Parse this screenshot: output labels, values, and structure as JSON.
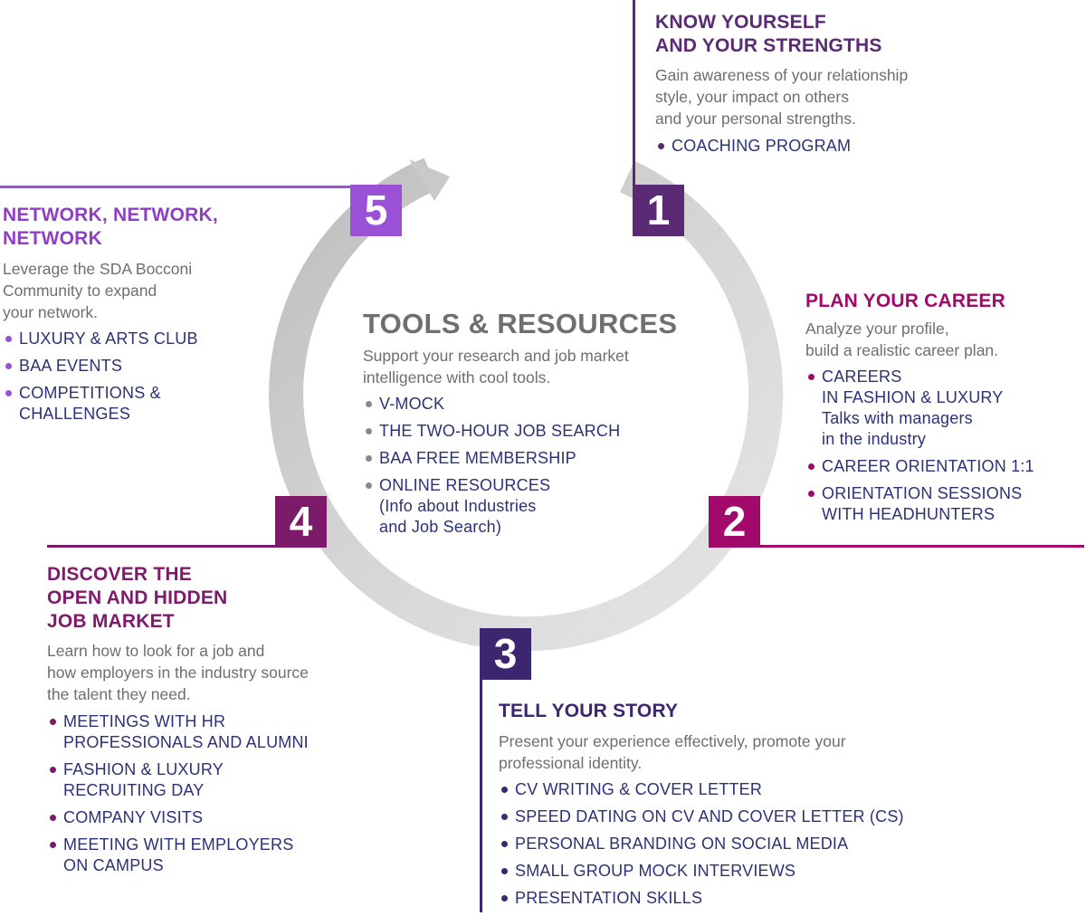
{
  "center": {
    "title": "TOOLS & RESOURCES",
    "description": "Support your research and job market\nintelligence with cool tools.",
    "items": [
      "V-MOCK",
      "THE TWO-HOUR JOB SEARCH",
      "BAA FREE MEMBERSHIP",
      "ONLINE RESOURCES\n(Info about Industries\nand Job Search)"
    ]
  },
  "steps": [
    {
      "number": "1",
      "title": "KNOW YOURSELF\nAND YOUR STRENGTHS",
      "description": "Gain awareness of your relationship\nstyle, your impact on others\nand your personal strengths.",
      "items": [
        "COACHING PROGRAM"
      ],
      "color": "#5b2a75"
    },
    {
      "number": "2",
      "title": "PLAN YOUR CAREER",
      "description": "Analyze your profile,\nbuild a realistic career plan.",
      "items": [
        "CAREERS\nIN FASHION & LUXURY\nTalks with managers\nin the industry",
        "CAREER ORIENTATION 1:1",
        "ORIENTATION SESSIONS\nWITH HEADHUNTERS"
      ],
      "color": "#a10a6b"
    },
    {
      "number": "3",
      "title": "TELL YOUR STORY",
      "description": "Present your experience effectively, promote your\nprofessional identity.",
      "items": [
        "CV WRITING & COVER LETTER",
        "SPEED DATING ON CV AND COVER LETTER (CS)",
        "PERSONAL BRANDING ON SOCIAL MEDIA",
        "SMALL GROUP MOCK INTERVIEWS",
        "PRESENTATION SKILLS"
      ],
      "color": "#3d2670"
    },
    {
      "number": "4",
      "title": "DISCOVER THE\nOPEN AND HIDDEN\nJOB MARKET",
      "description": "Learn how to look for a job and\nhow employers in the industry source\nthe talent they need.",
      "items": [
        "MEETINGS WITH HR\nPROFESSIONALS AND ALUMNI",
        "FASHION & LUXURY\nRECRUITING DAY",
        "COMPANY VISITS",
        "MEETING WITH EMPLOYERS\nON CAMPUS"
      ],
      "color": "#7d1a6a"
    },
    {
      "number": "5",
      "title": "NETWORK, NETWORK,\nNETWORK",
      "description": "Leverage the SDA Bocconi\nCommunity to expand\nyour network.",
      "items": [
        "LUXURY & ARTS CLUB",
        "BAA EVENTS",
        "COMPETITIONS &\nCHALLENGES"
      ],
      "color": "#9b51d6"
    }
  ]
}
